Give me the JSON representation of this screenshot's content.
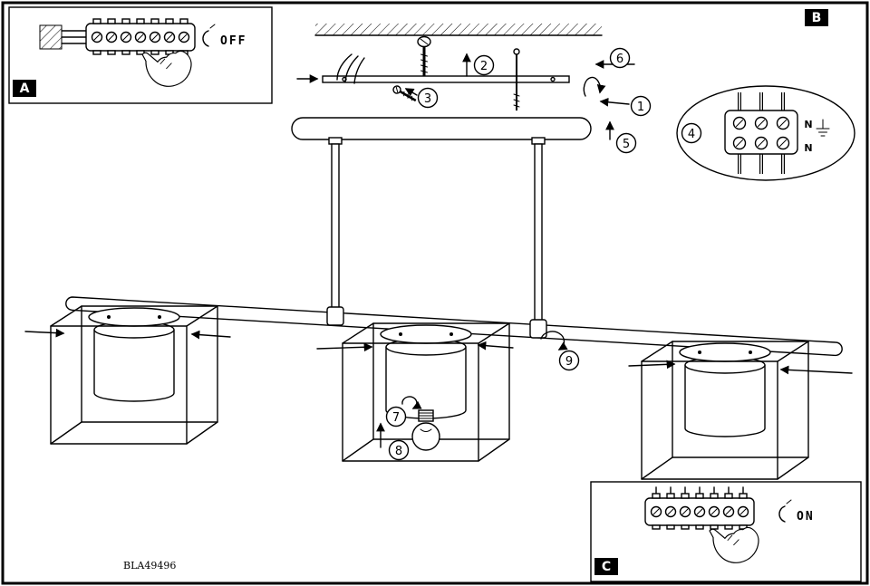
{
  "document": {
    "part_number": "BLA49496"
  },
  "panels": {
    "a": {
      "label": "A",
      "switch_state": "OFF"
    },
    "b": {
      "label": "B"
    },
    "c": {
      "label": "C",
      "switch_state": "ON"
    }
  },
  "steps": {
    "s1": "1",
    "s2": "2",
    "s3": "3",
    "s4": "4",
    "s5": "5",
    "s6": "6",
    "s7": "7",
    "s8": "8",
    "s9": "9"
  },
  "wiring_detail": {
    "terminal_top": "N",
    "terminal_bottom": "N"
  },
  "colors": {
    "ink": "#000000",
    "paper": "#ffffff"
  }
}
